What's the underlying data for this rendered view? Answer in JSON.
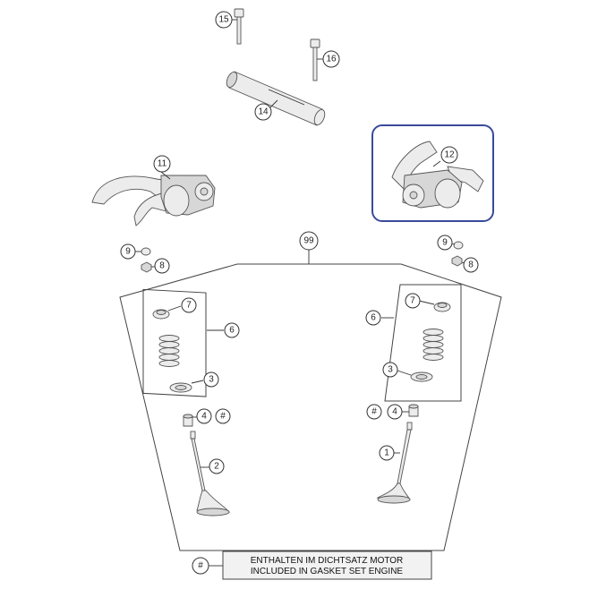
{
  "callouts": {
    "c15": "15",
    "c16": "16",
    "c14": "14",
    "c11": "11",
    "c12": "12",
    "c99": "99",
    "c9_left": "9",
    "c8_left": "8",
    "c9_right": "9",
    "c8_right": "8",
    "c7_left": "7",
    "c6_left": "6",
    "c3_left": "3",
    "c4_left": "4",
    "hash_left": "#",
    "c2": "2",
    "c7_right": "7",
    "c6_right": "6",
    "c3_right": "3",
    "c4_right": "4",
    "hash_right": "#",
    "c1": "1",
    "hash_legend": "#"
  },
  "legend": {
    "line1": "ENTHALTEN IM DICHTSATZ MOTOR",
    "line2": "INCLUDED IN GASKET SET ENGINE"
  },
  "colors": {
    "highlight_frame": "#3a4a9a",
    "line": "#444444",
    "part_fill": "#ececec"
  }
}
